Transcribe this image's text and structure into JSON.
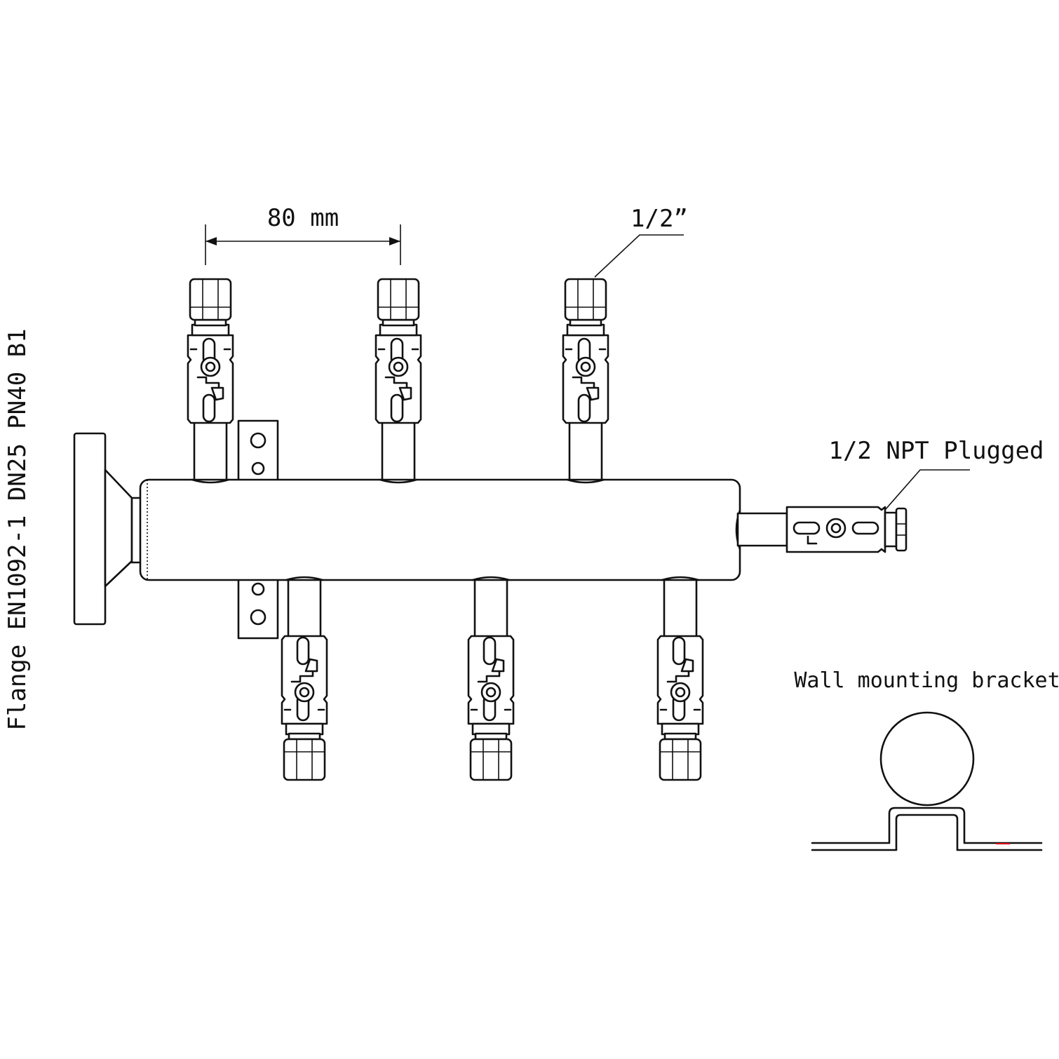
{
  "labels": {
    "spacing": "80 mm",
    "outlet_size": "1/2”",
    "end_plug": "1/2 NPT Plugged",
    "bracket": "Wall mounting bracket",
    "flange": "Flange EN1092-1 DN25 PN40 B1"
  },
  "colors": {
    "ink": "#111111",
    "background": "#ffffff",
    "accent_mark": "#e2001a"
  },
  "valves": {
    "top_count": 3,
    "bottom_count": 3
  }
}
